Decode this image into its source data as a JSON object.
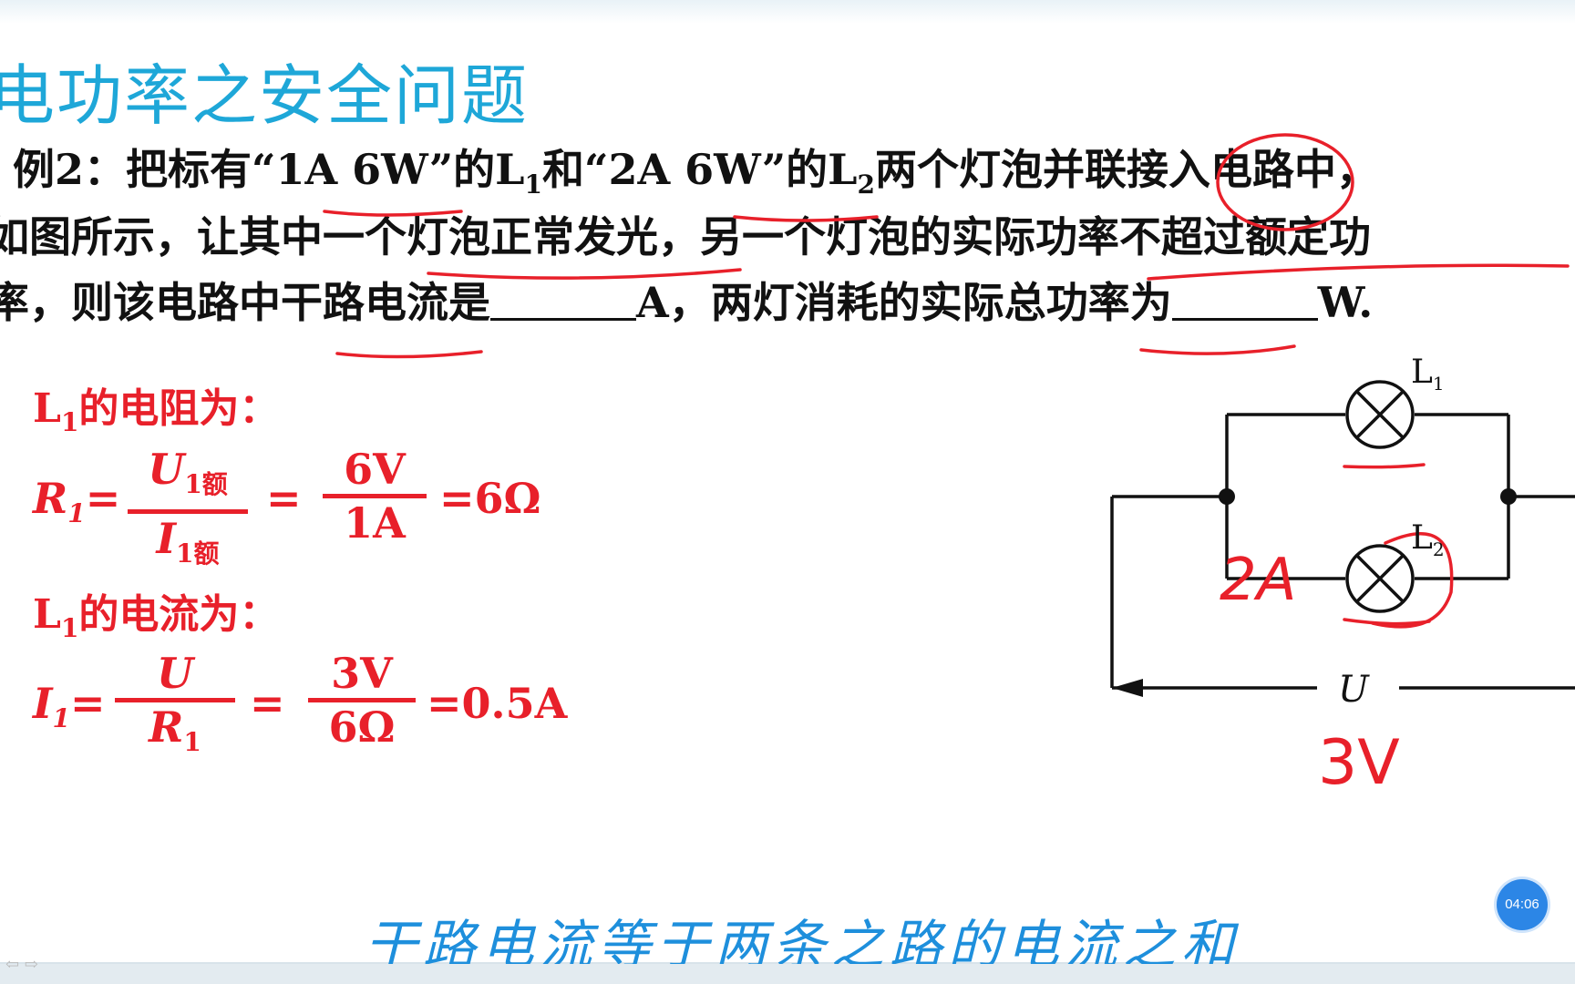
{
  "slide": {
    "title": "电功率之安全问题",
    "problem": {
      "line1": "例2：把标有“1A  6W”的L",
      "line1_sub1": "1",
      "line1_mid": "和“2A  6W”的L",
      "line1_sub2": "2",
      "line1_end": "两个灯泡并联接入电路中，",
      "line2": "如图所示，让其中一个灯泡正常发光，另一个灯泡的实际功率不超过额定功",
      "line3a": "率，则该电路中干路电流是",
      "line3b": "A，两灯消耗的实际总功率为",
      "line3c": "W."
    },
    "solution": {
      "r_heading": "L",
      "r_heading_sub": "1",
      "r_heading_text": "的电阻为：",
      "r_lhs": "R",
      "r_lhs_sub": "1",
      "eq": "=",
      "r_num1": "U",
      "r_num1_sub": "1额",
      "r_den1": "I",
      "r_den1_sub": "1额",
      "r_num2": "6V",
      "r_den2": "1A",
      "r_result": "=6Ω",
      "i_heading": "L",
      "i_heading_sub": "1",
      "i_heading_text": "的电流为：",
      "i_lhs": "I",
      "i_lhs_sub": "1",
      "i_num1": "U",
      "i_den1": "R",
      "i_den1_sub": "1",
      "i_num2": "3V",
      "i_den2": "6Ω",
      "i_result": "=0.5A"
    },
    "circuit": {
      "l1_label": "L",
      "l1_sub": "1",
      "l2_label": "L",
      "l2_sub": "2",
      "u_label": "U"
    },
    "annotations": {
      "current_note": "2A",
      "voltage_note": "3V",
      "footer_note": "干路电流等于两条之路的电流之和"
    }
  },
  "player": {
    "timestamp": "04:06"
  },
  "colors": {
    "title": "#1ea7d8",
    "solution": "#e8202a",
    "handwriting_red": "#e8202a",
    "handwriting_blue": "#1e8fdc",
    "timer": "#2c86e6"
  }
}
